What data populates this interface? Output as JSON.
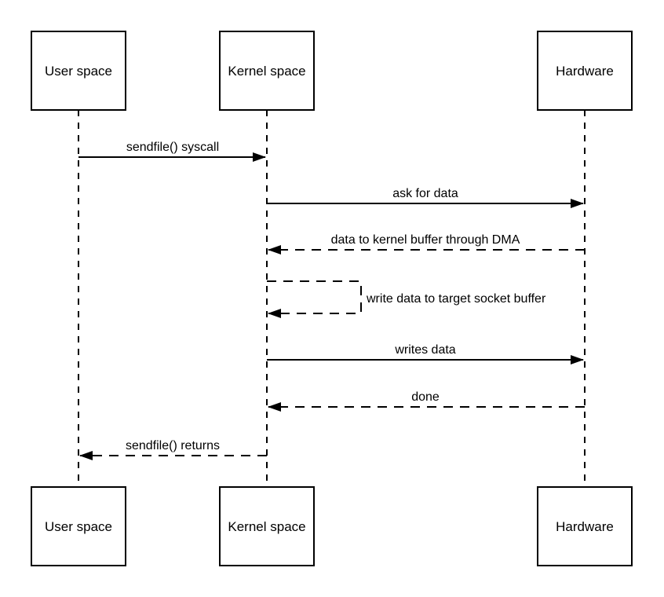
{
  "diagram": {
    "type": "sequence-diagram",
    "colors": {
      "background": "#ffffff",
      "line": "#000000",
      "box_fill": "#ffffff",
      "text": "#000000"
    },
    "actors": [
      {
        "id": "user-space",
        "label": "User space"
      },
      {
        "id": "kernel-space",
        "label": "Kernel space"
      },
      {
        "id": "hardware",
        "label": "Hardware"
      }
    ],
    "messages": [
      {
        "label": "sendfile() syscall",
        "from": "user-space",
        "to": "kernel-space",
        "style": "solid"
      },
      {
        "label": "ask for data",
        "from": "kernel-space",
        "to": "hardware",
        "style": "solid"
      },
      {
        "label": "data to kernel buffer through DMA",
        "from": "hardware",
        "to": "kernel-space",
        "style": "dashed"
      },
      {
        "label": "write data to target socket buffer",
        "from": "kernel-space",
        "to": "kernel-space",
        "style": "dashed"
      },
      {
        "label": "writes data",
        "from": "kernel-space",
        "to": "hardware",
        "style": "solid"
      },
      {
        "label": "done",
        "from": "hardware",
        "to": "kernel-space",
        "style": "dashed"
      },
      {
        "label": "sendfile() returns",
        "from": "kernel-space",
        "to": "user-space",
        "style": "dashed"
      }
    ]
  }
}
